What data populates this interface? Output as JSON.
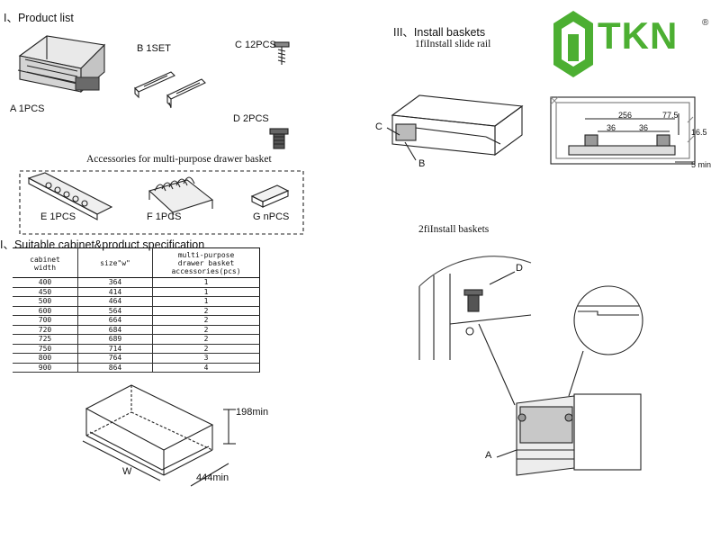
{
  "section1": {
    "title": "I、Product list"
  },
  "products": {
    "A": "A 1PCS",
    "B": "B 1SET",
    "C": "C 12PCS",
    "D": "D 2PCS",
    "accessories_caption": "Accessories for multi-purpose drawer basket",
    "E": "E 1PCS",
    "F": "F 1PCS",
    "G": "G nPCS"
  },
  "section2": {
    "title": "I、Suitable cabinet&product specification"
  },
  "spec_table": {
    "headers": [
      "cabinet\nwidth",
      "size\"w\"",
      "multi-purpose\ndrawer basket\naccessories(pcs)"
    ],
    "rows": [
      [
        "400",
        "364",
        "1"
      ],
      [
        "450",
        "414",
        "1"
      ],
      [
        "500",
        "464",
        "1"
      ],
      [
        "600",
        "564",
        "2"
      ],
      [
        "700",
        "664",
        "2"
      ],
      [
        "720",
        "684",
        "2"
      ],
      [
        "725",
        "689",
        "2"
      ],
      [
        "750",
        "714",
        "2"
      ],
      [
        "800",
        "764",
        "3"
      ],
      [
        "900",
        "864",
        "4"
      ]
    ]
  },
  "cabinet_dims": {
    "height": "198min",
    "depth": "444min",
    "width": "W"
  },
  "section3": {
    "title": "III、Install baskets",
    "step1": "1fiInstall slide rail",
    "step2": "2fiInstall baskets"
  },
  "rail_labels": {
    "C": "C",
    "B": "B"
  },
  "rail_dims": {
    "d1": "256",
    "d2": "77.5",
    "d3": "36",
    "d4": "36",
    "d5": "16.5",
    "d6": "5 min"
  },
  "install_labels": {
    "D": "D",
    "A": "A"
  },
  "brand": {
    "name": "TKN",
    "registered": "®",
    "color": "#4caf32"
  }
}
